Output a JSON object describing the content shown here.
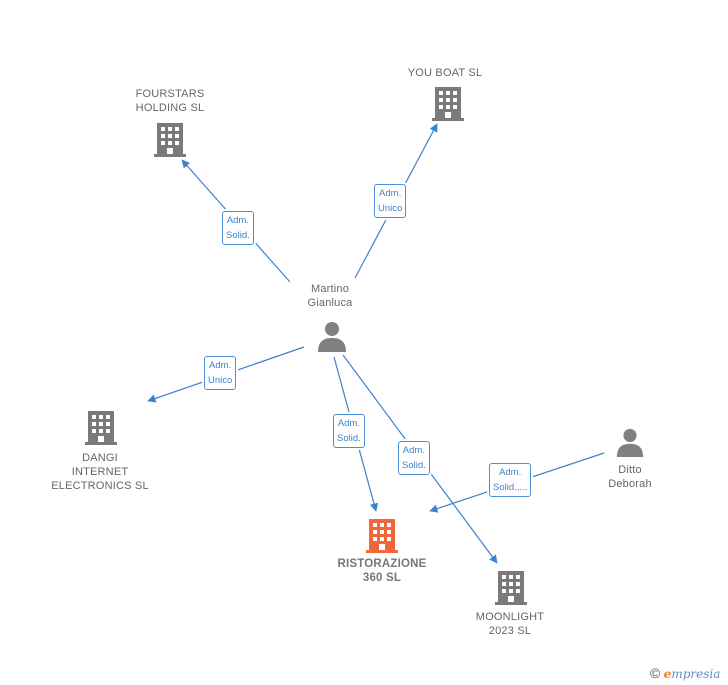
{
  "colors": {
    "edge": "#3d82cf",
    "company": "#7a7a7a",
    "focus": "#f2673a",
    "person": "#808080"
  },
  "nodes": [
    {
      "id": "fourstars",
      "label": "FOURSTARS\nHOLDING  SL",
      "kind": "company",
      "icon": "building-icon"
    },
    {
      "id": "youboat",
      "label": "YOU BOAT  SL",
      "kind": "company",
      "icon": "building-icon"
    },
    {
      "id": "martino",
      "label": "Martino\nGianluca",
      "kind": "person",
      "icon": "person-icon"
    },
    {
      "id": "dangi",
      "label": "DANGI\nINTERNET\nELECTRONICS SL",
      "kind": "company",
      "icon": "building-icon"
    },
    {
      "id": "ristorazione",
      "label": "RISTORAZIONE\n360  SL",
      "kind": "focus",
      "icon": "building-icon"
    },
    {
      "id": "moonlight",
      "label": "MOONLIGHT\n2023  SL",
      "kind": "company",
      "icon": "building-icon"
    },
    {
      "id": "ditto",
      "label": "Ditto\nDeborah",
      "kind": "person",
      "icon": "person-icon"
    }
  ],
  "edges": [
    {
      "from": "martino",
      "to": "fourstars",
      "label": "Adm.\nSolid."
    },
    {
      "from": "martino",
      "to": "youboat",
      "label": "Adm.\nUnico"
    },
    {
      "from": "martino",
      "to": "dangi",
      "label": "Adm.\nUnico"
    },
    {
      "from": "martino",
      "to": "ristorazione",
      "label": "Adm.\nSolid."
    },
    {
      "from": "martino",
      "to": "moonlight",
      "label": "Adm.\nSolid."
    },
    {
      "from": "ditto",
      "to": "ristorazione",
      "label": "Adm.\nSolid.,..."
    }
  ],
  "brand": {
    "copyright": "©",
    "name_first": "e",
    "name_rest": "mpresia"
  }
}
